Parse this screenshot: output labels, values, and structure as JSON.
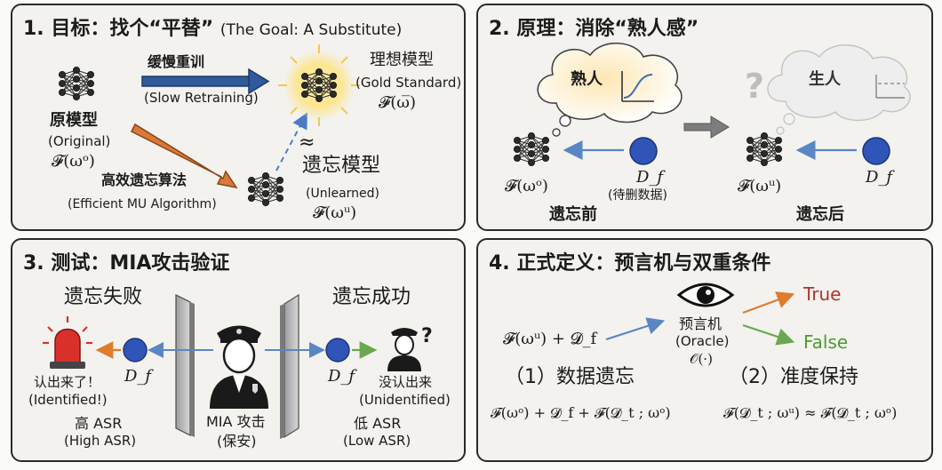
{
  "panel1": {
    "title": "1. 目标：找个“平替”",
    "subtitle": "(The Goal: A Substitute)",
    "arrow_slow_label": "缓慢重训",
    "arrow_slow_label_en": "(Slow Retraining)",
    "ideal_label": "理想模型",
    "ideal_label_en": "(Gold Standard)",
    "ideal_formula": "𝓕(ω̅)",
    "original_label": "原模型",
    "original_label_en": "(Original)",
    "original_formula": "𝓕(ωᵒ)",
    "algo_label": "高效遗忘算法",
    "algo_label_en": "(Efficient MU Algorithm)",
    "approx": "≈",
    "unlearned_label": "遗忘模型",
    "unlearned_label_en": "(Unlearned)",
    "unlearned_formula": "𝓕(ωᵘ)"
  },
  "panel2": {
    "title": "2. 原理：消除“熟人感”",
    "bubble_left": "熟人",
    "bubble_right": "生人",
    "question": "?",
    "left_formula": "𝓕(ωᵒ)",
    "left_data": "D_f",
    "left_data_note": "(待删数据)",
    "left_caption": "遗忘前",
    "right_formula": "𝓕(ωᵘ)",
    "right_data": "D_f",
    "right_caption": "遗忘后"
  },
  "panel3": {
    "title": "3. 测试：MIA攻击验证",
    "fail_heading": "遗忘失败",
    "success_heading": "遗忘成功",
    "left_data": "D_f",
    "right_data": "D_f",
    "identified": "认出来了！",
    "identified_en": "(Identified!)",
    "unidentified": "没认出来",
    "unidentified_en": "(Unidentified)",
    "question": "?",
    "guard_label": "MIA 攻击",
    "guard_label_sub": "(保安)",
    "high_asr": "高 ASR",
    "high_asr_en": "(High ASR)",
    "low_asr": "低 ASR",
    "low_asr_en": "(Low ASR)"
  },
  "panel4": {
    "title": "4. 正式定义：预言机与双重条件",
    "input_formula": "𝓕(ωᵘ) + 𝓓_f",
    "oracle_label": "预言机",
    "oracle_label_en": "(Oracle)",
    "oracle_symbol": "𝒪(·)",
    "true_label": "True",
    "false_label": "False",
    "cond1": "（1）数据遗忘",
    "cond2": "（2）准度保持",
    "cond1_formula": "𝓕(ωᵒ) + 𝓓_f + 𝓕(𝓓_t ; ωᵒ)",
    "cond2_formula": "𝓕(𝓓_t ; ωᵘ) ≈ 𝓕(𝓓_t ; ωᵒ)"
  },
  "colors": {
    "blue_arrow": "#3e6fb0",
    "orange_arrow": "#e07b2c",
    "green_arrow": "#6aa84f",
    "true_red": "#b3332c",
    "false_green": "#4e9a2f",
    "node_blue": "#2f55b8",
    "panel_bg": "#f3f2ee"
  },
  "icons": [
    "neural-network-icon",
    "glow-network-icon",
    "thought-bubble-icon",
    "data-circle-icon",
    "siren-icon",
    "guard-icon",
    "shield-wall-icon",
    "eye-icon",
    "question-mark-icon"
  ]
}
